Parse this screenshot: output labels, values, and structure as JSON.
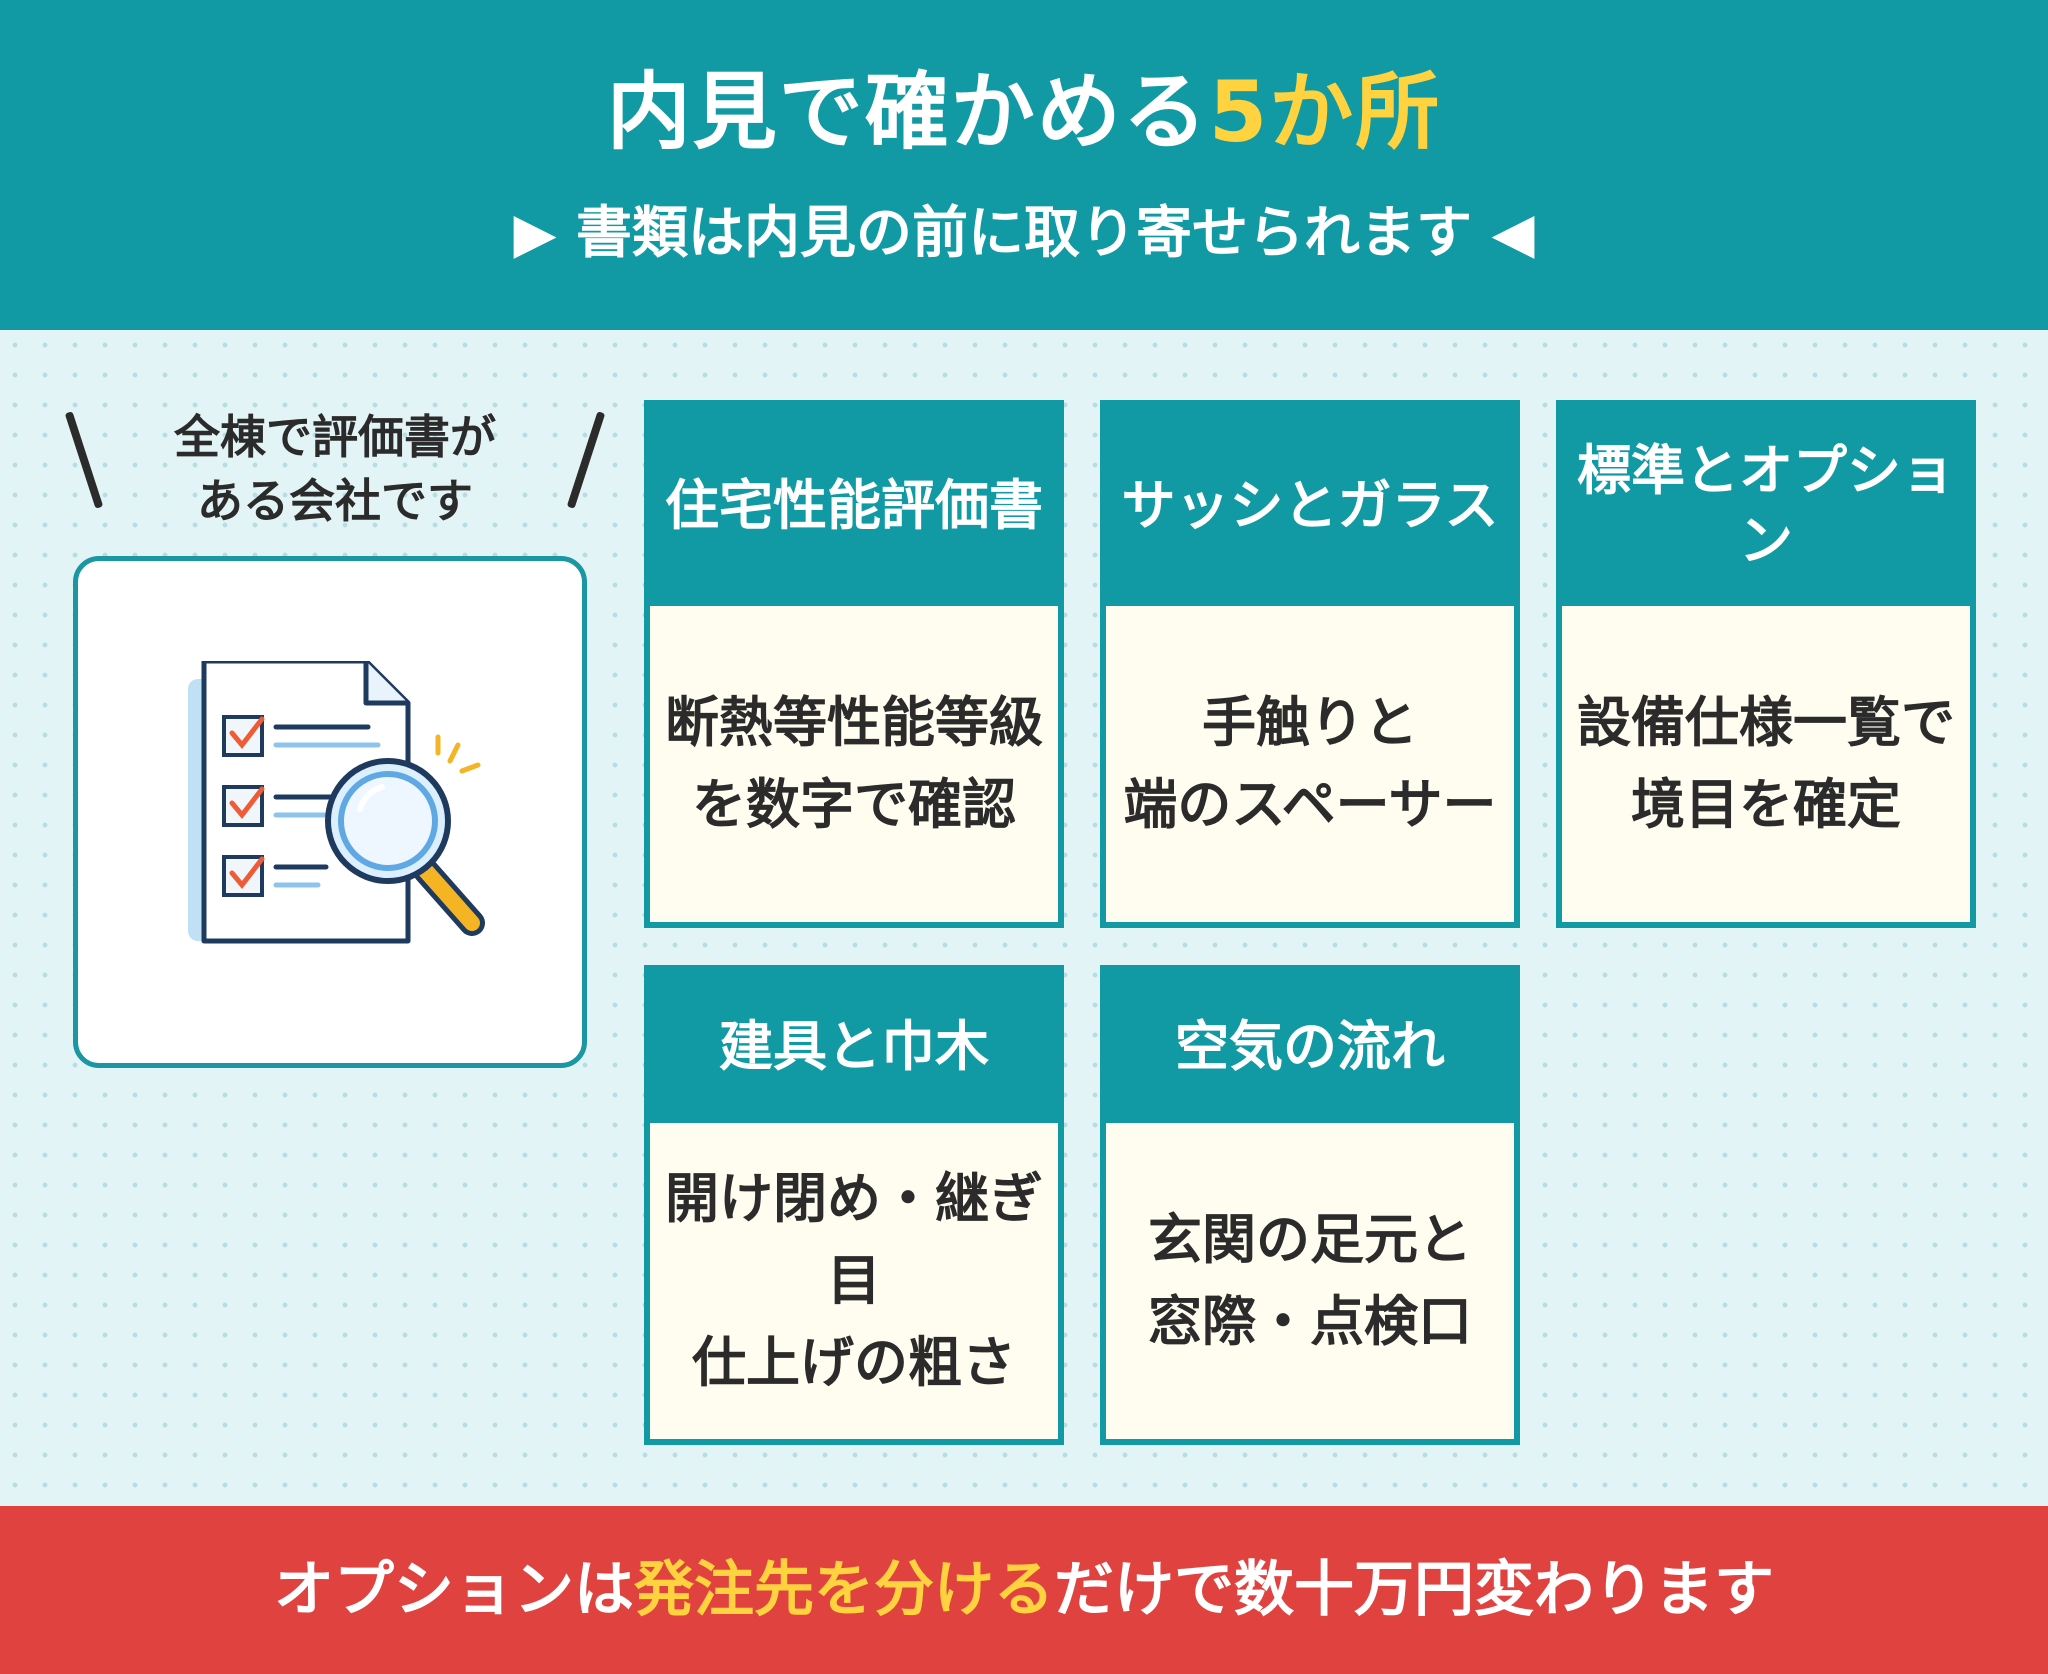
{
  "header": {
    "title_main": "内見で確かめる",
    "title_highlight": "5か所",
    "subtitle": "▶ 書類は内見の前に取り寄せられます ◀"
  },
  "left_panel": {
    "caption_line1": "全棟で評価書が",
    "caption_line2": "ある会社です",
    "illustration_icon": "document-magnifier-icon"
  },
  "cards": [
    {
      "title": "住宅性能評価書",
      "body": [
        "断熱等性能等級",
        "を数字で確認"
      ]
    },
    {
      "title": "サッシとガラス",
      "body": [
        "手触りと",
        "端のスペーサー"
      ]
    },
    {
      "title": "標準とオプション",
      "body": [
        "設備仕様一覧で",
        "境目を確定"
      ]
    },
    {
      "title": "建具と巾木",
      "body": [
        "開け閉め・継ぎ目",
        "仕上げの粗さ"
      ]
    },
    {
      "title": "空気の流れ",
      "body": [
        "玄関の足元と",
        "窓際・点検口"
      ]
    }
  ],
  "footer": {
    "text_before": "オプションは",
    "text_highlight": "発注先を分ける",
    "text_after": "だけで数十万円変わります"
  },
  "colors": {
    "teal": "#129aa4",
    "highlight_yellow": "#ffd23f",
    "footer_red": "#e0433f",
    "card_body": "#fffdf0",
    "text_dark": "#2b2b2b"
  }
}
